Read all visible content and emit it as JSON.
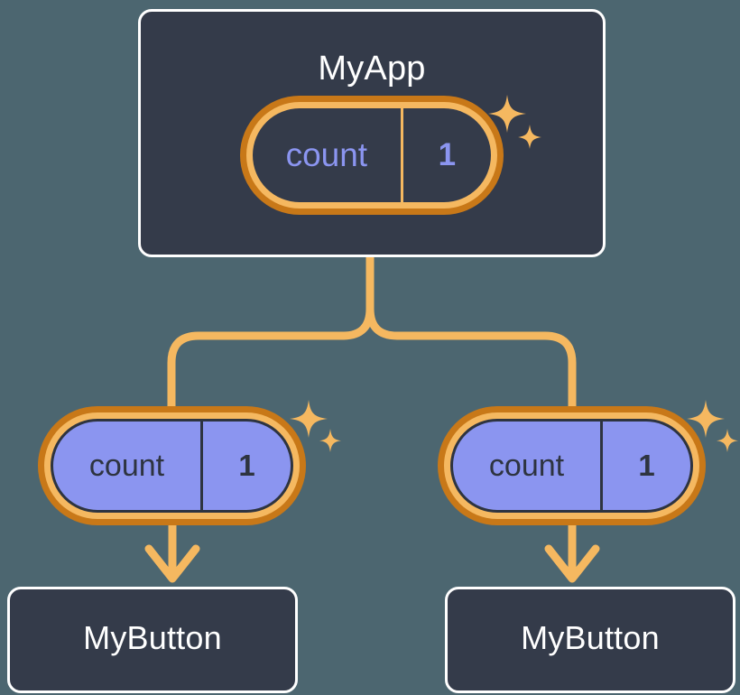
{
  "diagram": {
    "title_text": "MyApp",
    "background_color": "#4c6670",
    "card_fill": "#343b4a",
    "card_border": "#ffffff",
    "accent_light": "#f5b860",
    "accent_dark": "#c87818",
    "state_fill": "#8b95f0",
    "state_text_dark": "#2e3440"
  },
  "root": {
    "label": "MyApp",
    "state": {
      "key": "count",
      "value": "1"
    }
  },
  "children": [
    {
      "label": "MyButton",
      "state": {
        "key": "count",
        "value": "1"
      }
    },
    {
      "label": "MyButton",
      "state": {
        "key": "count",
        "value": "1"
      }
    }
  ]
}
